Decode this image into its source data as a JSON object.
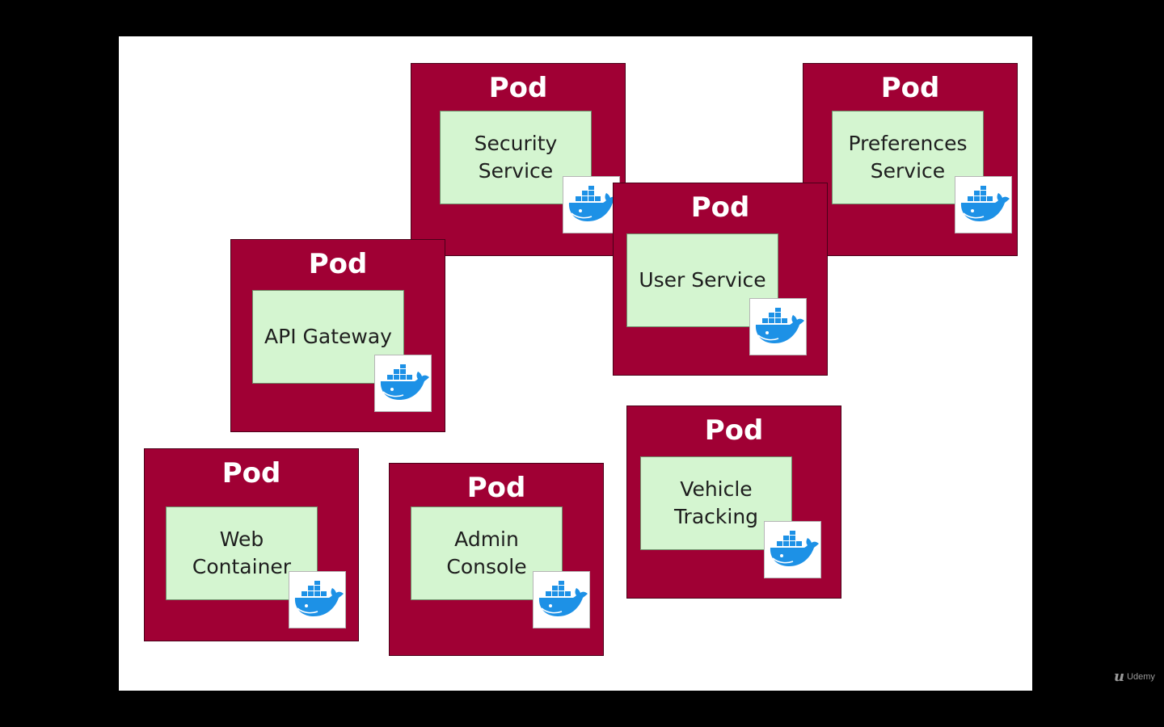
{
  "diagram": {
    "pods": [
      {
        "id": "security",
        "title": "Pod",
        "service": "Security\nService"
      },
      {
        "id": "preferences",
        "title": "Pod",
        "service": "Preferences\nService"
      },
      {
        "id": "user",
        "title": "Pod",
        "service": "User Service"
      },
      {
        "id": "api-gateway",
        "title": "Pod",
        "service": "API Gateway"
      },
      {
        "id": "web-container",
        "title": "Pod",
        "service": "Web\nContainer"
      },
      {
        "id": "admin-console",
        "title": "Pod",
        "service": "Admin\nConsole"
      },
      {
        "id": "vehicle-tracking",
        "title": "Pod",
        "service": "Vehicle\nTracking"
      }
    ]
  },
  "watermark": {
    "label": "Udemy"
  },
  "colors": {
    "pod": "#a00034",
    "service": "#d4f5d0",
    "docker": "#1d91e6",
    "background": "#000000"
  },
  "icons": {
    "container": "docker-whale-icon",
    "watermark": "udemy-logo-icon"
  }
}
